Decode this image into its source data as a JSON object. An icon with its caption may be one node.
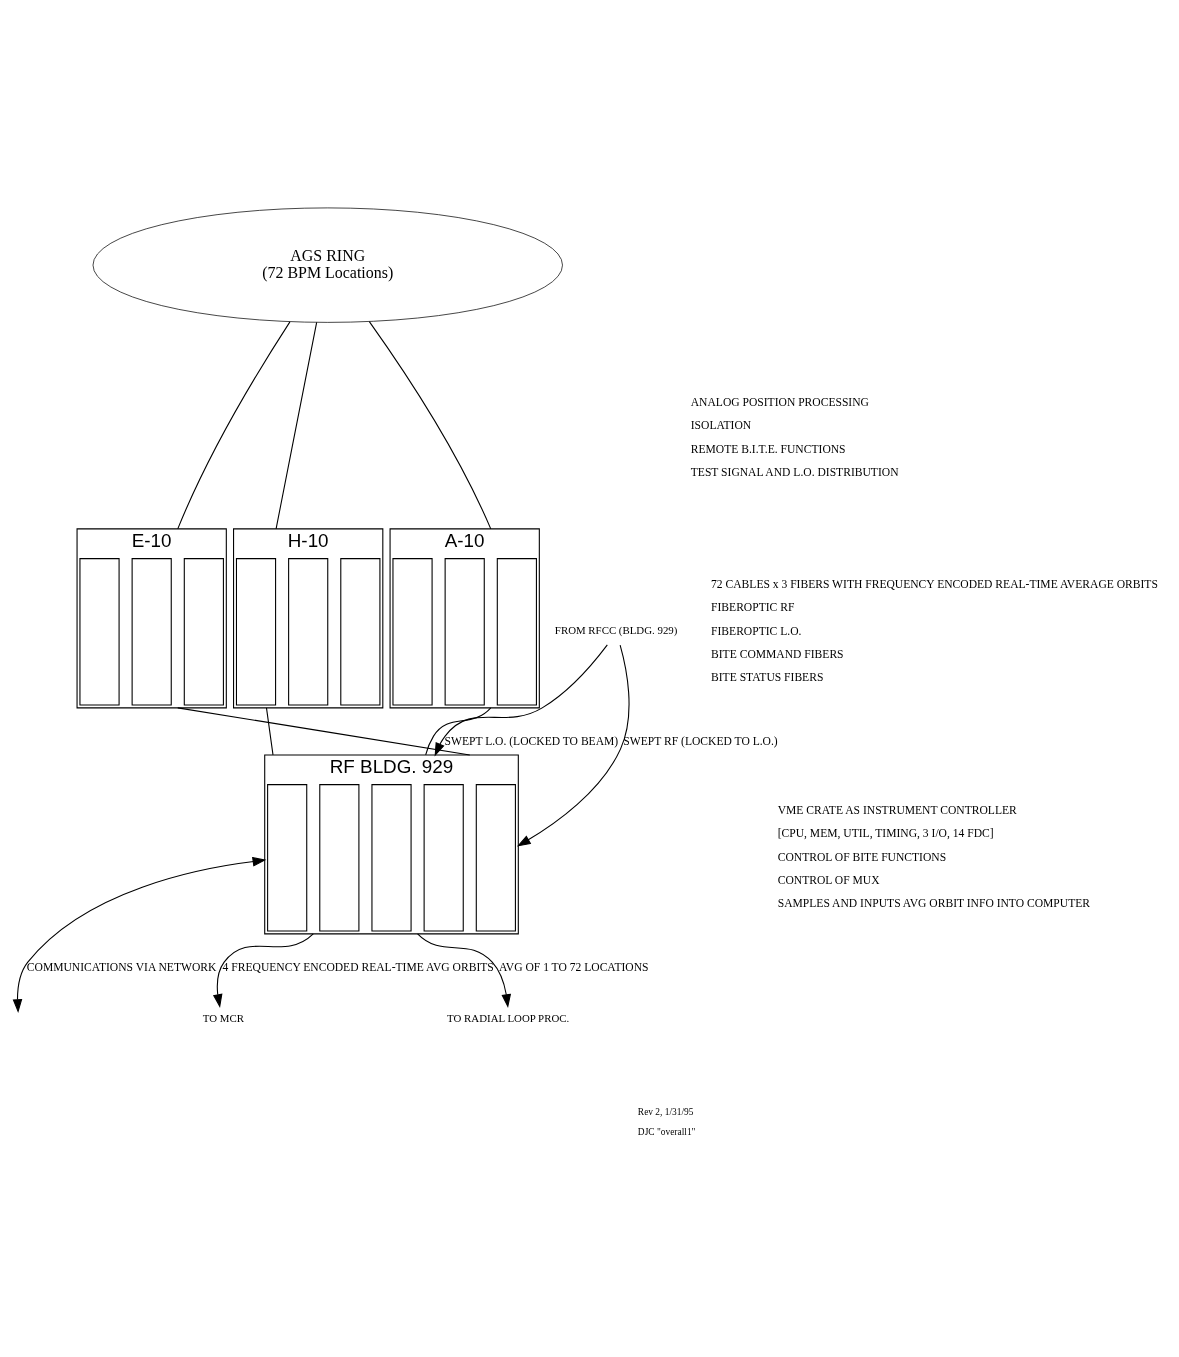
{
  "diagram": {
    "nodes": [
      {
        "text": [
          "AGS RING",
          "(72 BPM Locations)"
        ]
      },
      {
        "text": [
          "A-10"
        ]
      },
      {
        "text": [],
        "shape": "box",
        "in": 1
      },
      {
        "text": [],
        "shape": "box",
        "in": 1
      },
      {
        "text": [],
        "shape": "box",
        "in": 1
      },
      {
        "text": [
          "E-10"
        ]
      },
      {
        "text": [],
        "shape": "box",
        "in": 5
      },
      {
        "text": [],
        "shape": "box",
        "in": 5
      },
      {
        "text": [],
        "shape": "box",
        "in": 5
      },
      {
        "text": [
          "H-10"
        ]
      },
      {
        "text": [],
        "shape": "box",
        "in": 9
      },
      {
        "text": [],
        "shape": "box",
        "in": 9
      },
      {
        "text": [],
        "shape": "box",
        "in": 9
      },
      {
        "text": [
          "RF BLDG. 929"
        ]
      },
      {
        "text": [],
        "shape": "box",
        "in": 13
      },
      {
        "text": [],
        "shape": "box",
        "in": 13
      },
      {
        "text": [],
        "shape": "box",
        "in": 13
      },
      {
        "text": [],
        "shape": "box",
        "in": 13
      },
      {
        "text": [],
        "shape": "box",
        "in": 13
      },
      {
        "text": [
          "TO MCR"
        ]
      },
      {
        "text": [
          "TO RADIAL LOOP PROC."
        ]
      },
      {
        "text": [
          "FROM RFCC (BLDG. 929)"
        ]
      }
    ],
    "edges": [
      {
        "from": 0,
        "to": 1,
        "arrow": "none"
      },
      {
        "from": 0,
        "to": 5,
        "arrow": "none"
      },
      {
        "from": 0,
        "to": 9,
        "arrow": "none"
      },
      {
        "from": 1,
        "to": 13,
        "arrow": "none"
      },
      {
        "from": 5,
        "to": 13,
        "arrow": "none"
      },
      {
        "from": 9,
        "to": 13,
        "arrow": "none"
      },
      {
        "from": 13,
        "to": 19,
        "arrow": "to",
        "label": "4 FREQUENCY ENCODED REAL-TIME AVG ORBITS"
      },
      {
        "from": 13,
        "to": 20,
        "arrow": "to",
        "label": "AVG OF 1 TO 72 LOCATIONS"
      },
      {
        "from": 21,
        "to": 13,
        "arrow": "to",
        "label": "SWEPT L.O. (LOCKED TO BEAM)"
      },
      {
        "from": 21,
        "to": 13,
        "arrow": "to",
        "label": "SWEPT RF (LOCKED TO L.O.)"
      },
      {
        "from": 13,
        "to": null,
        "arrow": "both",
        "label": "COMMUNICATIONS VIA NETWORK"
      }
    ],
    "labels": [
      "ANALOG POSITION PROCESSING",
      "ISOLATION",
      "REMOTE B.I.T.E. FUNCTIONS",
      "TEST SIGNAL AND L.O. DISTRIBUTION",
      "72 CABLES x 3 FIBERS WITH FREQUENCY ENCODED REAL-TIME AVERAGE ORBITS",
      "FIBEROPTIC RF",
      "FIBEROPTIC L.O.",
      "BITE COMMAND FIBERS",
      "BITE STATUS FIBERS",
      "VME CRATE AS INSTRUMENT CONTROLLER",
      "[CPU, MEM, UTIL, TIMING, 3 I/O, 14 FDC]",
      "CONTROL OF BITE FUNCTIONS",
      "CONTROL OF MUX",
      "SAMPLES AND INPUTS AVG ORBIT INFO INTO COMPUTER",
      "Rev 2, 1/31/95",
      "DJC \"overall1\""
    ]
  }
}
